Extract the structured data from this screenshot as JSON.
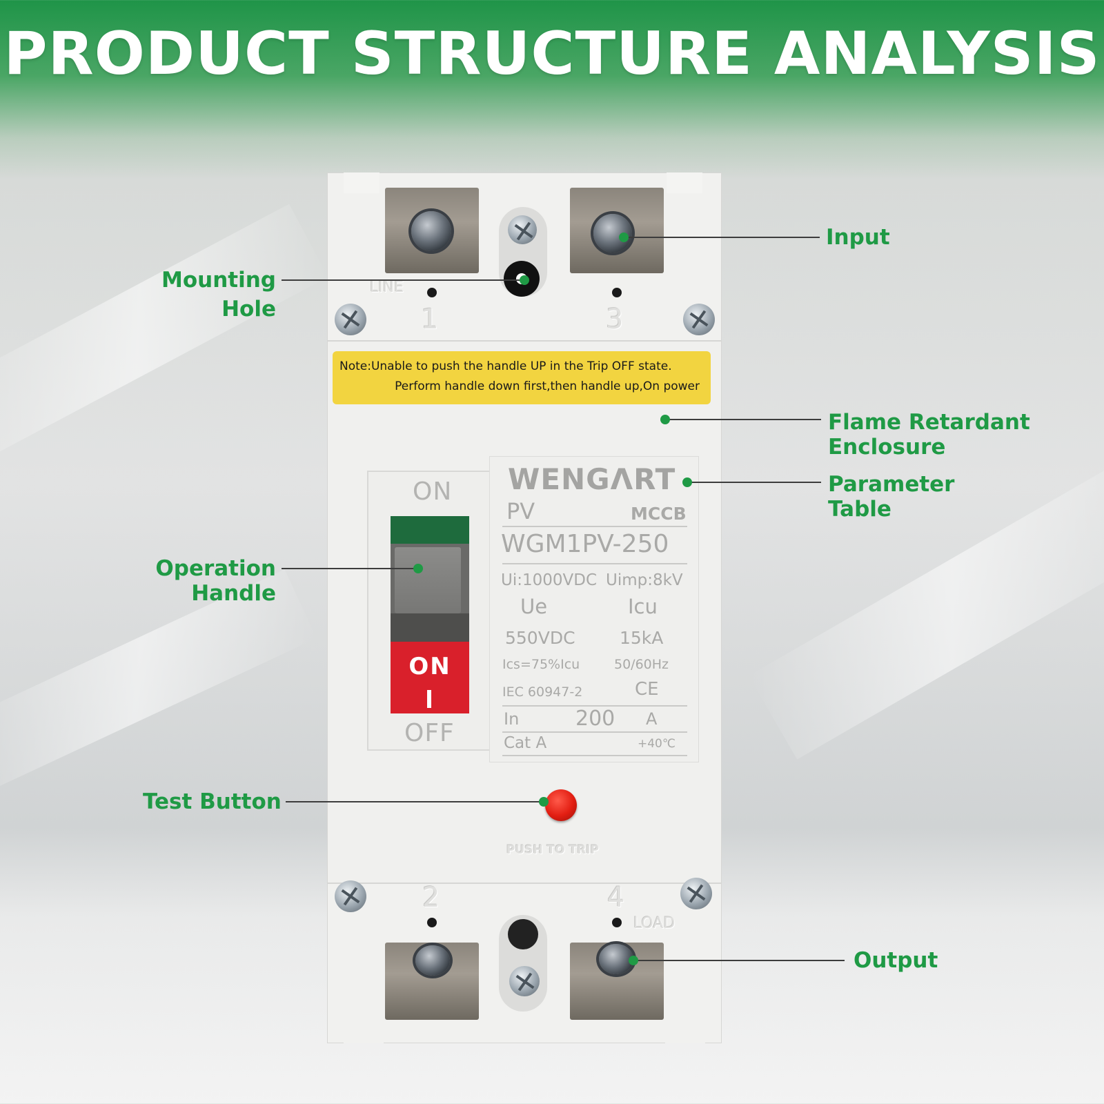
{
  "title": "PRODUCT STRUCTURE ANALYSIS",
  "callouts": {
    "input": "Input",
    "mounting_hole_line1": "Mounting",
    "mounting_hole_line2": "Hole",
    "flame_line1": "Flame Retardant",
    "flame_line2": "Enclosure",
    "parameter_line1": "Parameter",
    "parameter_line2": "Table",
    "operation_line1": "Operation",
    "operation_line2": "Handle",
    "test_button": "Test Button",
    "output": "Output"
  },
  "breaker": {
    "note_line1": "Note:Unable to push the handle UP in the Trip OFF state.",
    "note_line2": "Perform handle down first,then handle up,On power",
    "terminal_top_left": "1",
    "terminal_top_right": "3",
    "terminal_bottom_left": "2",
    "terminal_bottom_right": "4",
    "line_marking": "LINE",
    "load_marking": "LOAD",
    "handle_on": "ON",
    "handle_off": "OFF",
    "handle_red_on": "ON",
    "push_to_trip": "PUSH TO TRIP",
    "parameter_table": {
      "brand": "WENGΛRT",
      "pv": "PV",
      "mccb": "MCCB",
      "model": "WGM1PV-250",
      "ui": "Ui:1000VDC",
      "uimp": "Uimp:8kV",
      "ue": "Ue",
      "icu": "Icu",
      "ue_value": "550VDC",
      "icu_value": "15kA",
      "ics": "Ics=75%Icu",
      "freq": "50/60Hz",
      "standard": "IEC 60947-2",
      "ce": "CE",
      "in_label": "In",
      "in_value": "200",
      "in_unit": "A",
      "cat": "Cat A",
      "temp": "+40℃"
    }
  },
  "colors": {
    "accent_green": "#1f9a45",
    "note_yellow": "#f2d440",
    "handle_red": "#d9202b",
    "test_button_red": "#e21e12"
  }
}
